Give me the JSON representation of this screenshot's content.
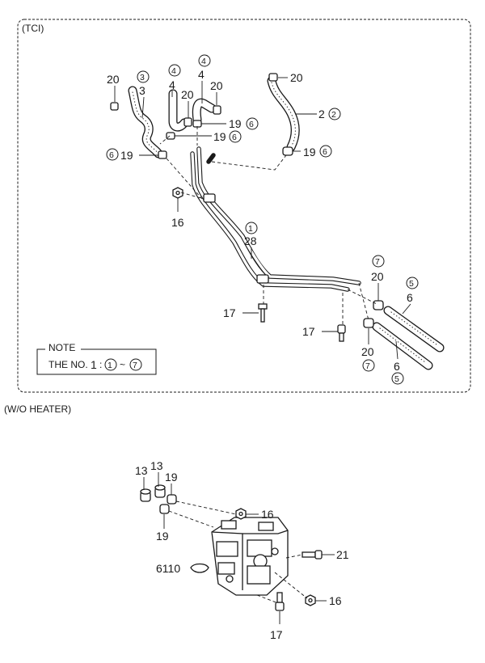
{
  "sections": {
    "tci": "(TCI)",
    "wo_heater": "(W/O HEATER)"
  },
  "note": {
    "title": "NOTE",
    "prefix": "THE NO.",
    "number": "1",
    "colon": ":",
    "from": "1",
    "tilde": "~",
    "to": "7"
  },
  "tci_labels": {
    "l20_a": "20",
    "l3_circ": "3",
    "l3": "3",
    "l4_circ_a": "4",
    "l4_a": "4",
    "l20_b": "20",
    "l4_circ_b": "4",
    "l4_b": "4",
    "l20_c": "20",
    "l20_d": "20",
    "l2": "2",
    "l2_circ": "2",
    "l19_a": "19",
    "l19_a_circ": "6",
    "l19_b": "19",
    "l19_b_circ": "6",
    "l19_c": "19",
    "l19_c_circ": "6",
    "l19_d": "19",
    "l19_d_circ": "6",
    "l16": "16",
    "l28_circ": "1",
    "l28": "28",
    "l7_circ_a": "7",
    "l20_e": "20",
    "l5_circ_a": "5",
    "l6_a": "6",
    "l17_a": "17",
    "l17_b": "17",
    "l20_f": "20",
    "l7_circ_b": "7",
    "l6_b": "6",
    "l5_circ_b": "5"
  },
  "wo_labels": {
    "l13_a": "13",
    "l13_b": "13",
    "l19_top": "19",
    "l19_bot": "19",
    "l16_top": "16",
    "l21": "21",
    "l6110": "6110",
    "l16_bot": "16",
    "l17": "17"
  }
}
